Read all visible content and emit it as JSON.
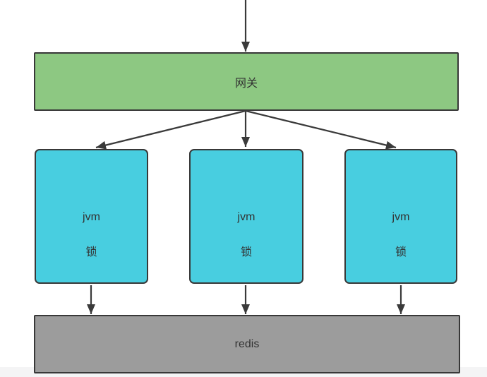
{
  "diagram": {
    "gateway": {
      "label": "网关"
    },
    "jvm_nodes": [
      {
        "line1": "jvm",
        "line2": "锁"
      },
      {
        "line1": "jvm",
        "line2": "锁"
      },
      {
        "line1": "jvm",
        "line2": "锁"
      }
    ],
    "redis": {
      "label": "redis"
    },
    "connections": [
      {
        "from": "top",
        "to": "gateway"
      },
      {
        "from": "gateway",
        "to": "jvm-1"
      },
      {
        "from": "gateway",
        "to": "jvm-2"
      },
      {
        "from": "gateway",
        "to": "jvm-3"
      },
      {
        "from": "jvm-1",
        "to": "redis"
      },
      {
        "from": "jvm-2",
        "to": "redis"
      },
      {
        "from": "jvm-3",
        "to": "redis"
      }
    ]
  },
  "colors": {
    "background": "#ffffff",
    "gateway_fill": "#8dc882",
    "jvm_fill": "#48cee0",
    "redis_fill": "#9c9c9c",
    "node_border": "#383838",
    "arrow": "#3a3a3a",
    "text": "#333333",
    "bottom_strip": "#f4f4f5"
  }
}
